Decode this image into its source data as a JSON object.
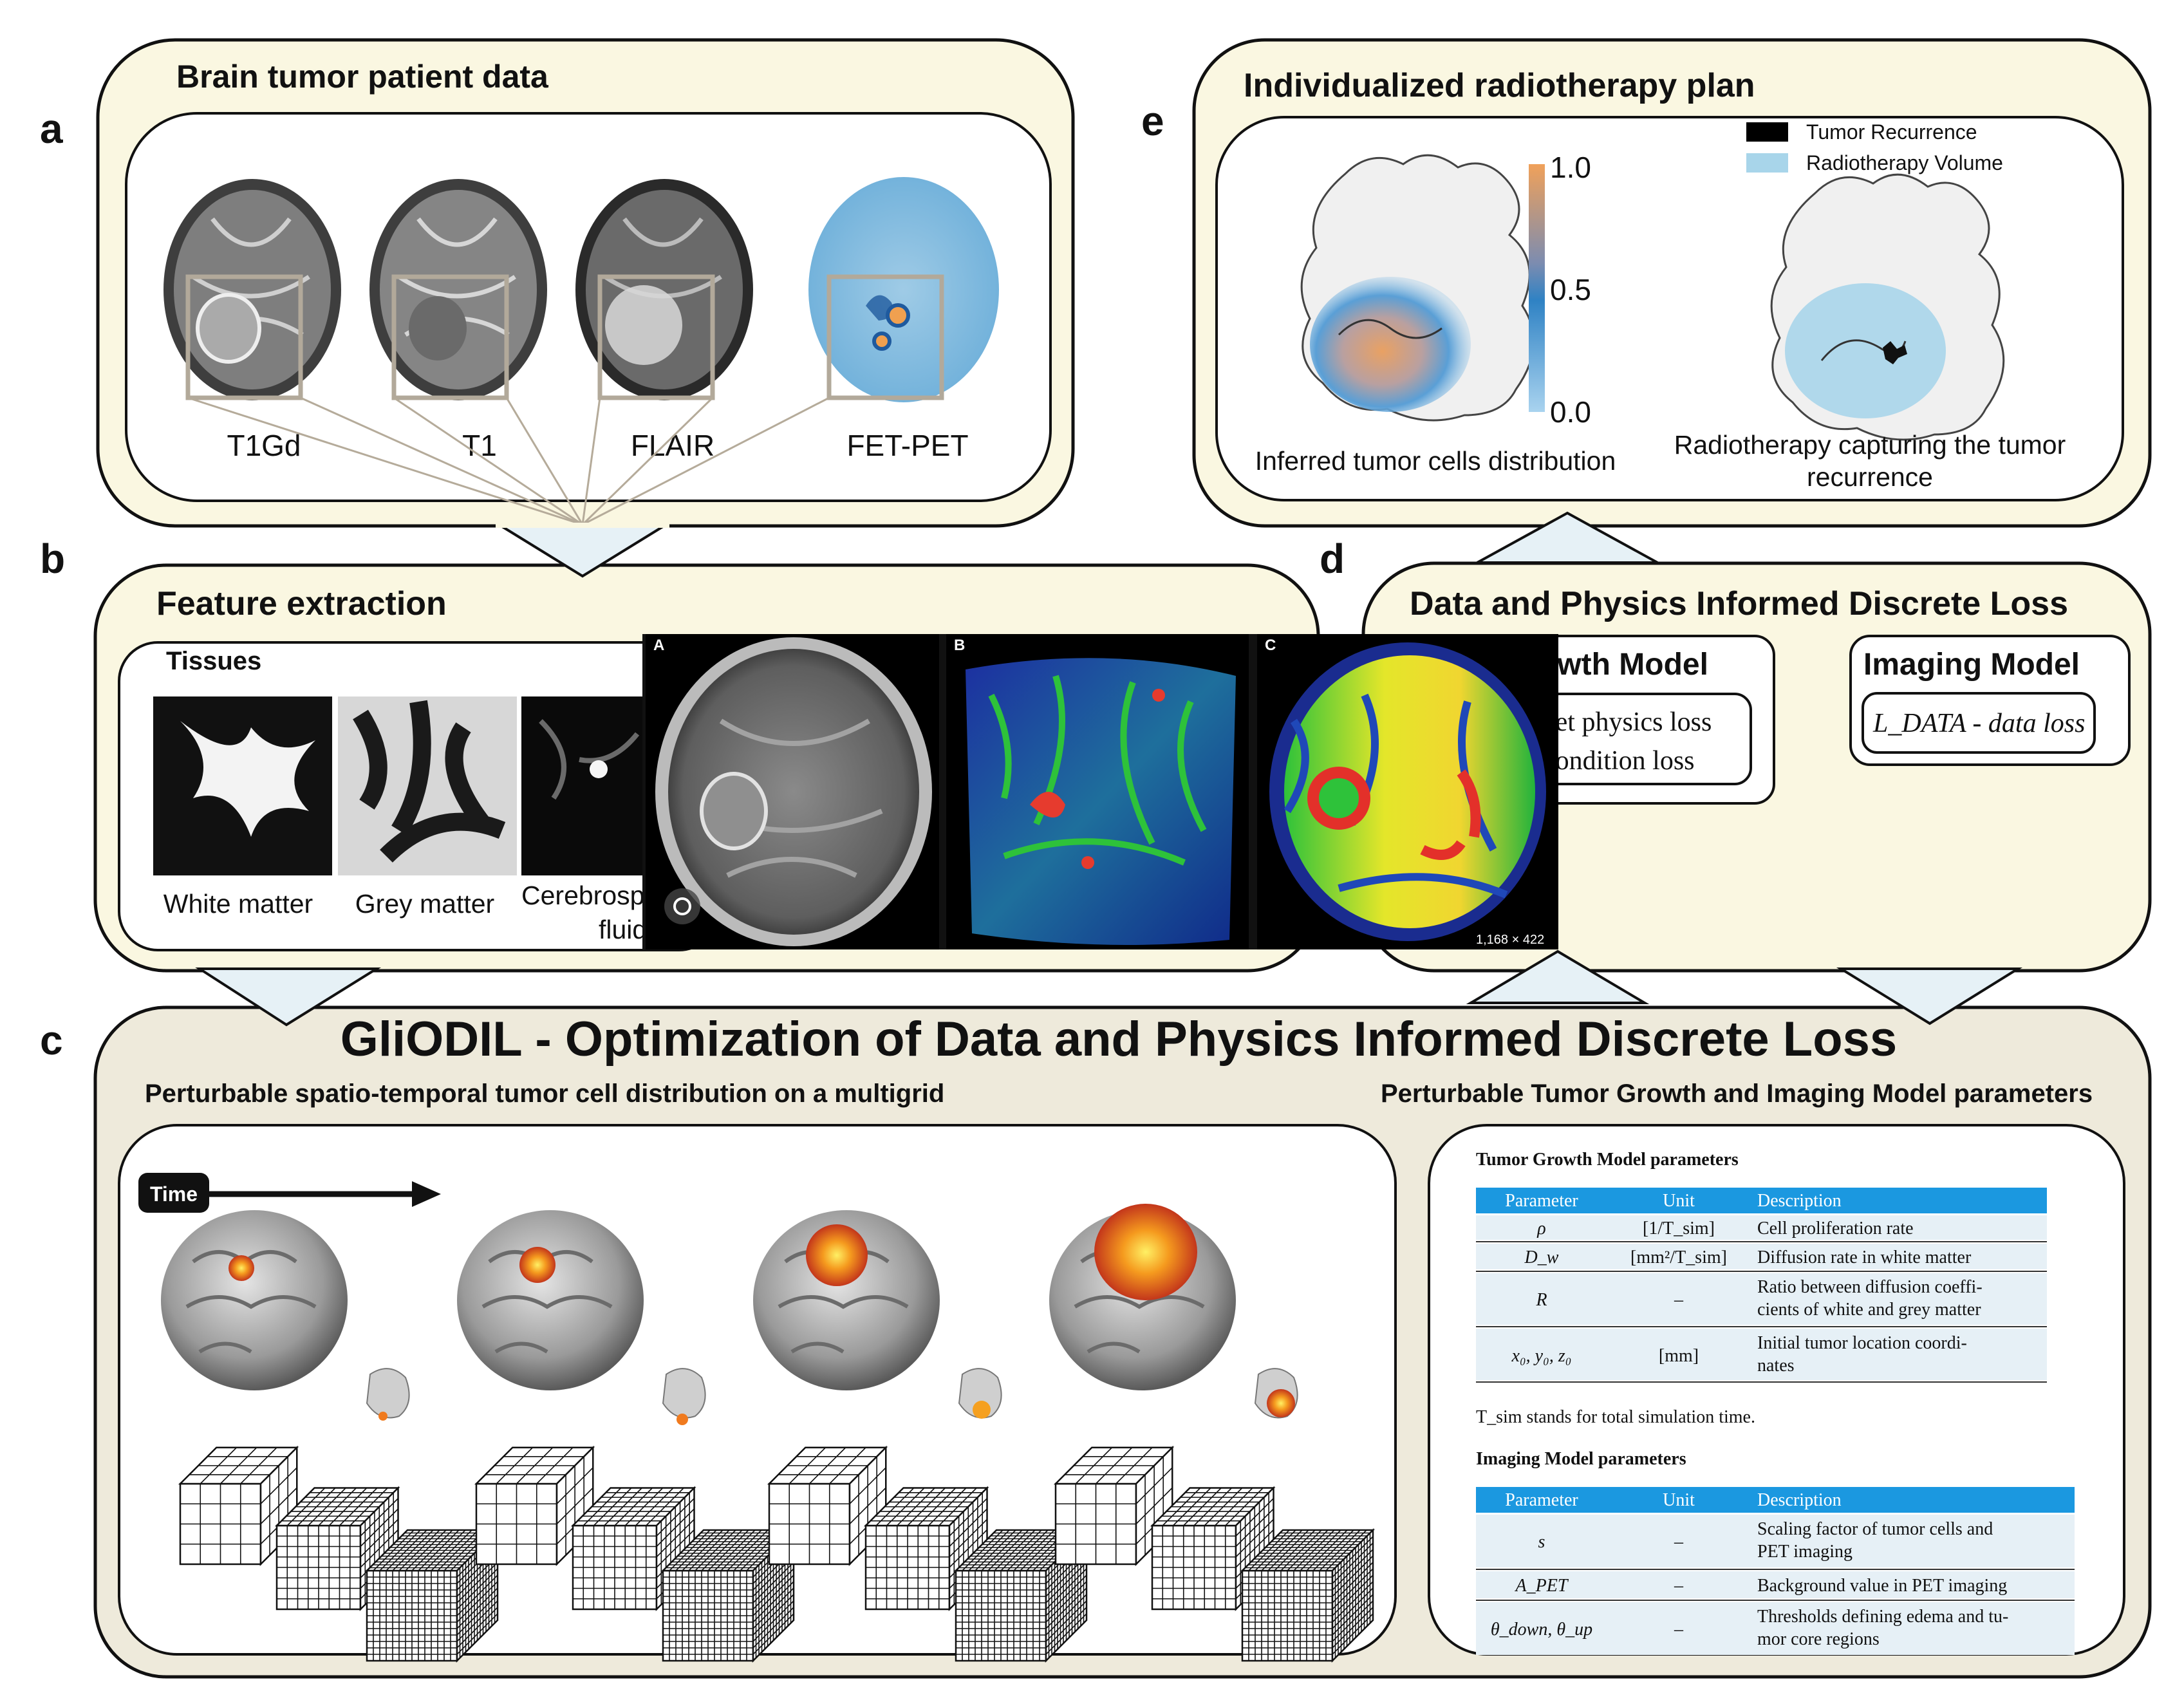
{
  "panels": {
    "a": {
      "letter": "a",
      "title": "Brain tumor patient data",
      "modalities": [
        "T1Gd",
        "T1",
        "FLAIR",
        "FET-PET"
      ]
    },
    "b": {
      "letter": "b",
      "title": "Feature extraction",
      "tissues_title": "Tissues",
      "tissues": [
        "White matter",
        "Grey matter",
        "Cerebrosp",
        "fluid"
      ],
      "overlay_labels": [
        "A",
        "B",
        "C"
      ],
      "overlay_size": "1,168 × 422"
    },
    "c": {
      "letter": "c",
      "title": "GliODIL - Optimization of Data and Physics Informed Discrete Loss",
      "left_subtitle": "Perturbable spatio-temporal tumor cell distribution on a multigrid",
      "right_subtitle": "Perturbable Tumor Growth and Imaging Model parameters",
      "time_label": "Time",
      "growth_table_title": "Tumor Growth Model parameters",
      "columns": [
        "Parameter",
        "Unit",
        "Description"
      ],
      "growth_rows": [
        {
          "param": "ρ",
          "unit": "[1/T_sim]",
          "desc": [
            "Cell proliferation rate"
          ]
        },
        {
          "param": "D_w",
          "unit": "[mm²/T_sim]",
          "desc": [
            "Diffusion rate in white matter"
          ]
        },
        {
          "param": "R",
          "unit": "–",
          "desc": [
            "Ratio between diffusion coeffi-",
            "cients of white and grey matter"
          ]
        },
        {
          "param": "x₀, y₀, z₀",
          "unit": "[mm]",
          "desc": [
            "Initial tumor location coordi-",
            "nates"
          ]
        }
      ],
      "tsim_note": "T_sim stands for total simulation time.",
      "imaging_table_title": "Imaging Model parameters",
      "imaging_rows": [
        {
          "param": "s",
          "unit": "–",
          "desc": [
            "Scaling factor of tumor cells and",
            "PET imaging"
          ]
        },
        {
          "param": "A_PET",
          "unit": "–",
          "desc": [
            "Background value in PET imaging"
          ]
        },
        {
          "param": "θ_down, θ_up",
          "unit": "–",
          "desc": [
            "Thresholds defining edema and tu-",
            "mor core regions"
          ]
        }
      ]
    },
    "d": {
      "letter": "d",
      "title": "Data and Physics Informed Discrete Loss",
      "growth_box_title": "owth Model",
      "growth_losses": [
        "eet physics loss",
        "condition loss"
      ],
      "imaging_box_title": "Imaging Model",
      "imaging_loss": "L_DATA - data loss"
    },
    "e": {
      "letter": "e",
      "title": "Individualized radiotherapy plan",
      "left_caption": "Inferred tumor cells distribution",
      "right_caption": [
        "Radiotherapy capturing the tumor",
        "recurrence"
      ],
      "colorbar_ticks": [
        "1.0",
        "0.5",
        "0.0"
      ],
      "legend": [
        "Tumor Recurrence",
        "Radiotherapy Volume"
      ]
    }
  },
  "colors": {
    "panel_fill": "#faf7e1",
    "panel_c_fill": "#eeeadb",
    "table_header": "#1b98e0",
    "table_row": "#e6f0f6",
    "arrow_fill": "#e6f1f6",
    "radiotherapy": "#a8d5ea"
  }
}
